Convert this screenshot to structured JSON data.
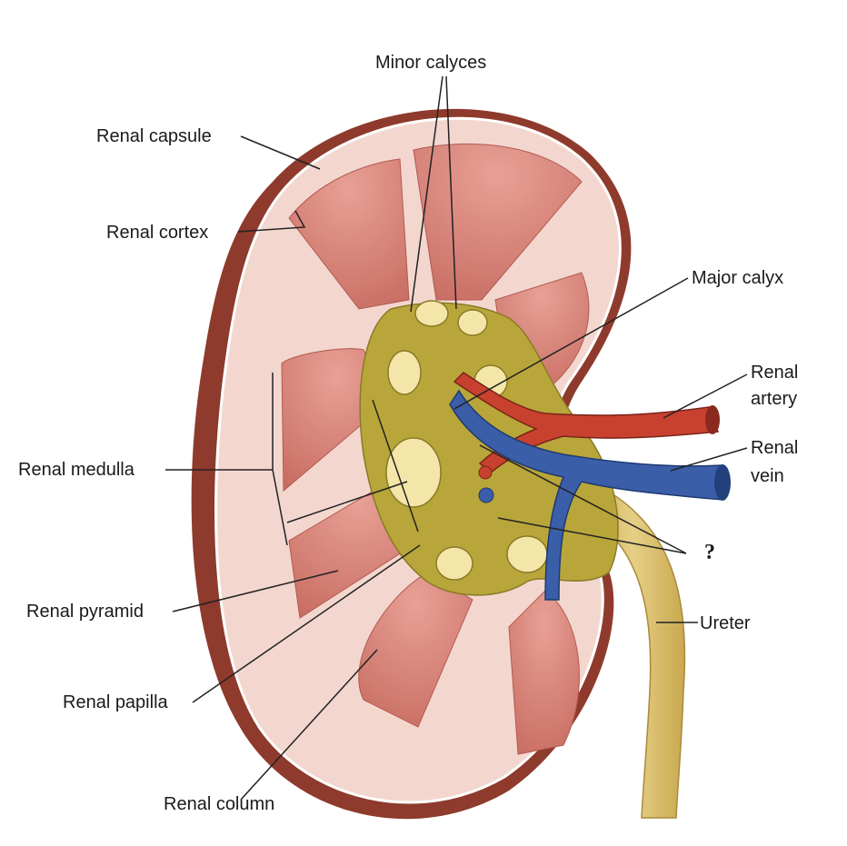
{
  "labels": {
    "minor_calyces": "Minor calyces",
    "renal_capsule": "Renal capsule",
    "renal_cortex": "Renal cortex",
    "major_calyx": "Major calyx",
    "renal_artery_l1": "Renal",
    "renal_artery_l2": "artery",
    "renal_vein_l1": "Renal",
    "renal_vein_l2": "vein",
    "renal_medulla": "Renal medulla",
    "question": "?",
    "renal_pyramid": "Renal pyramid",
    "ureter": "Ureter",
    "renal_papilla": "Renal papilla",
    "renal_column": "Renal column"
  },
  "colors": {
    "capsule": "#8e3a2c",
    "cortex": "#f3d7cf",
    "pyramid": "#d9837a",
    "sinus_fat": "#b9a63a",
    "artery": "#c8412f",
    "vein": "#3a5ea8",
    "ureter": "#d9bc6a"
  }
}
